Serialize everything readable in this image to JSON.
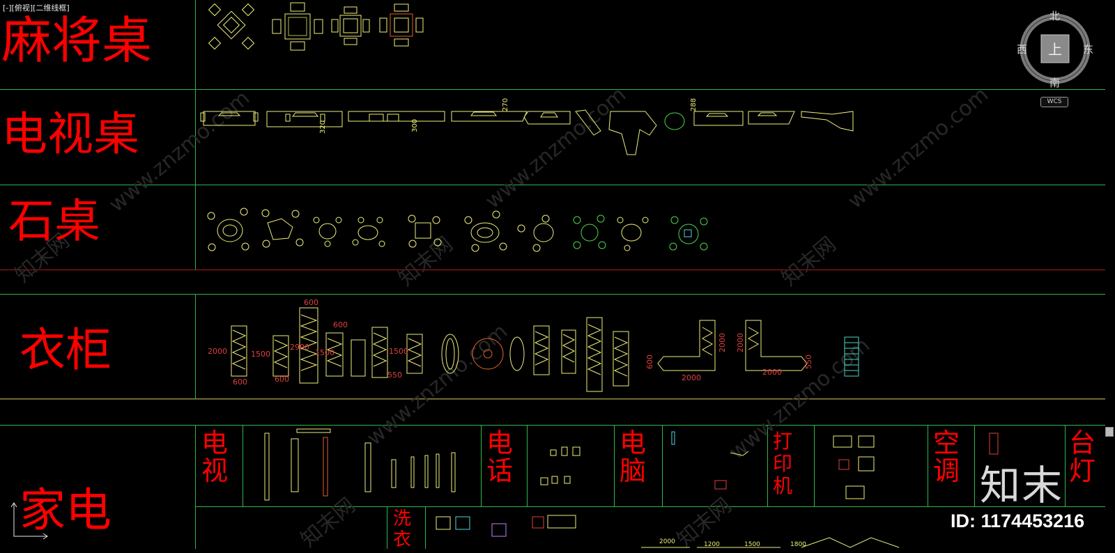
{
  "viewport": {
    "label": "[-][俯视][二维线框]"
  },
  "categories": {
    "mahjong_table": "麻将桌",
    "tv_table": "电视桌",
    "stone_table": "石桌",
    "wardrobe": "衣柜",
    "appliances": "家电"
  },
  "appliance_types": {
    "tv": "电视",
    "phone": "电话",
    "computer": "电脑",
    "printer": "打印机",
    "aircon": "空调",
    "lamp": "台灯",
    "washer": "洗衣"
  },
  "dimensions": {
    "tv": [
      "320",
      "270",
      "300",
      "288"
    ],
    "wardrobe": [
      "2000",
      "1500",
      "2900",
      "1500",
      "1500",
      "600",
      "600",
      "600",
      "600",
      "550",
      "2000",
      "2000",
      "600",
      "2000",
      "2000",
      "550"
    ],
    "bottom": [
      "2000",
      "1200",
      "1500",
      "1800"
    ]
  },
  "compass": {
    "north": "北",
    "south": "南",
    "east": "东",
    "west": "西",
    "center": "上",
    "wcs": "WCS"
  },
  "watermark": {
    "brand": "知末",
    "id": "ID: 1174453216",
    "site": "www.znzmo.com",
    "cn": "知末网"
  },
  "colors": {
    "background": "#000000",
    "label": "#ff0000",
    "grid_green": "#2fb84a",
    "grid_red": "#b01818",
    "drawing_yellow": "#f0f07a"
  }
}
